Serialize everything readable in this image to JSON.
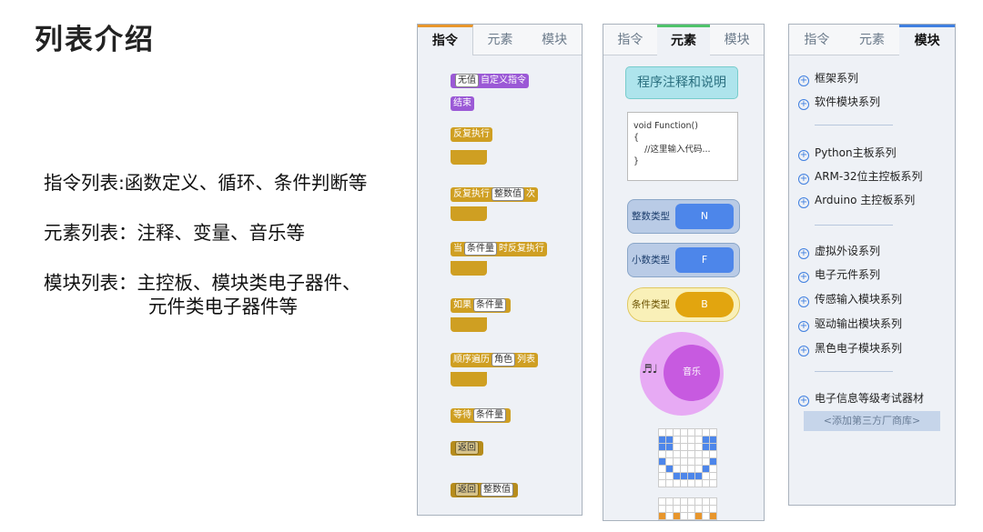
{
  "slide": {
    "title": "列表介绍",
    "lines": [
      "指令列表:函数定义、循环、条件判断等",
      "元素列表：注释、变量、音乐等",
      "模块列表：主控板、模块类电子器件、",
      "元件类电子器件等"
    ]
  },
  "tabs": [
    "指令",
    "元素",
    "模块"
  ],
  "instruction_panel": {
    "active_tab": "指令",
    "blocks": {
      "void": "无值",
      "custom": "自定义指令",
      "end": "结束",
      "repeat": "反复执行",
      "repeat_n": "反复执行",
      "int_slot": "整数值",
      "times": "次",
      "while": "当",
      "cond_slot": "条件量",
      "while_suffix": "时反复执行",
      "if": "如果",
      "if_cond": "条件量",
      "foreach": "顺序遍历",
      "role": "角色",
      "list": "列表",
      "wait": "等待",
      "wait_cond": "条件量",
      "return1": "返回",
      "return2": "返回",
      "return_val": "整数值"
    }
  },
  "element_panel": {
    "active_tab": "元素",
    "comment": "程序注释和说明",
    "code": "void Function()\n{\n    //这里输入代码...\n}",
    "int_label": "整数类型",
    "int_val": "N",
    "float_label": "小数类型",
    "float_val": "F",
    "bool_label": "条件类型",
    "bool_val": "B",
    "music_note": "♬♩",
    "music_label": "音乐"
  },
  "module_panel": {
    "active_tab": "模块",
    "groups": [
      [
        "框架系列",
        "软件模块系列"
      ],
      [
        "Python主板系列",
        "ARM-32位主控板系列",
        "Arduino 主控板系列"
      ],
      [
        "虚拟外设系列",
        "电子元件系列",
        "传感输入模块系列",
        "驱动输出模块系列",
        "黑色电子模块系列"
      ],
      [
        "电子信息等级考试器材"
      ]
    ],
    "add_button": "<添加第三方厂商库>"
  },
  "colors": {
    "instruction": "#e8962c",
    "element": "#4fc36a",
    "module": "#3f7fe0"
  }
}
